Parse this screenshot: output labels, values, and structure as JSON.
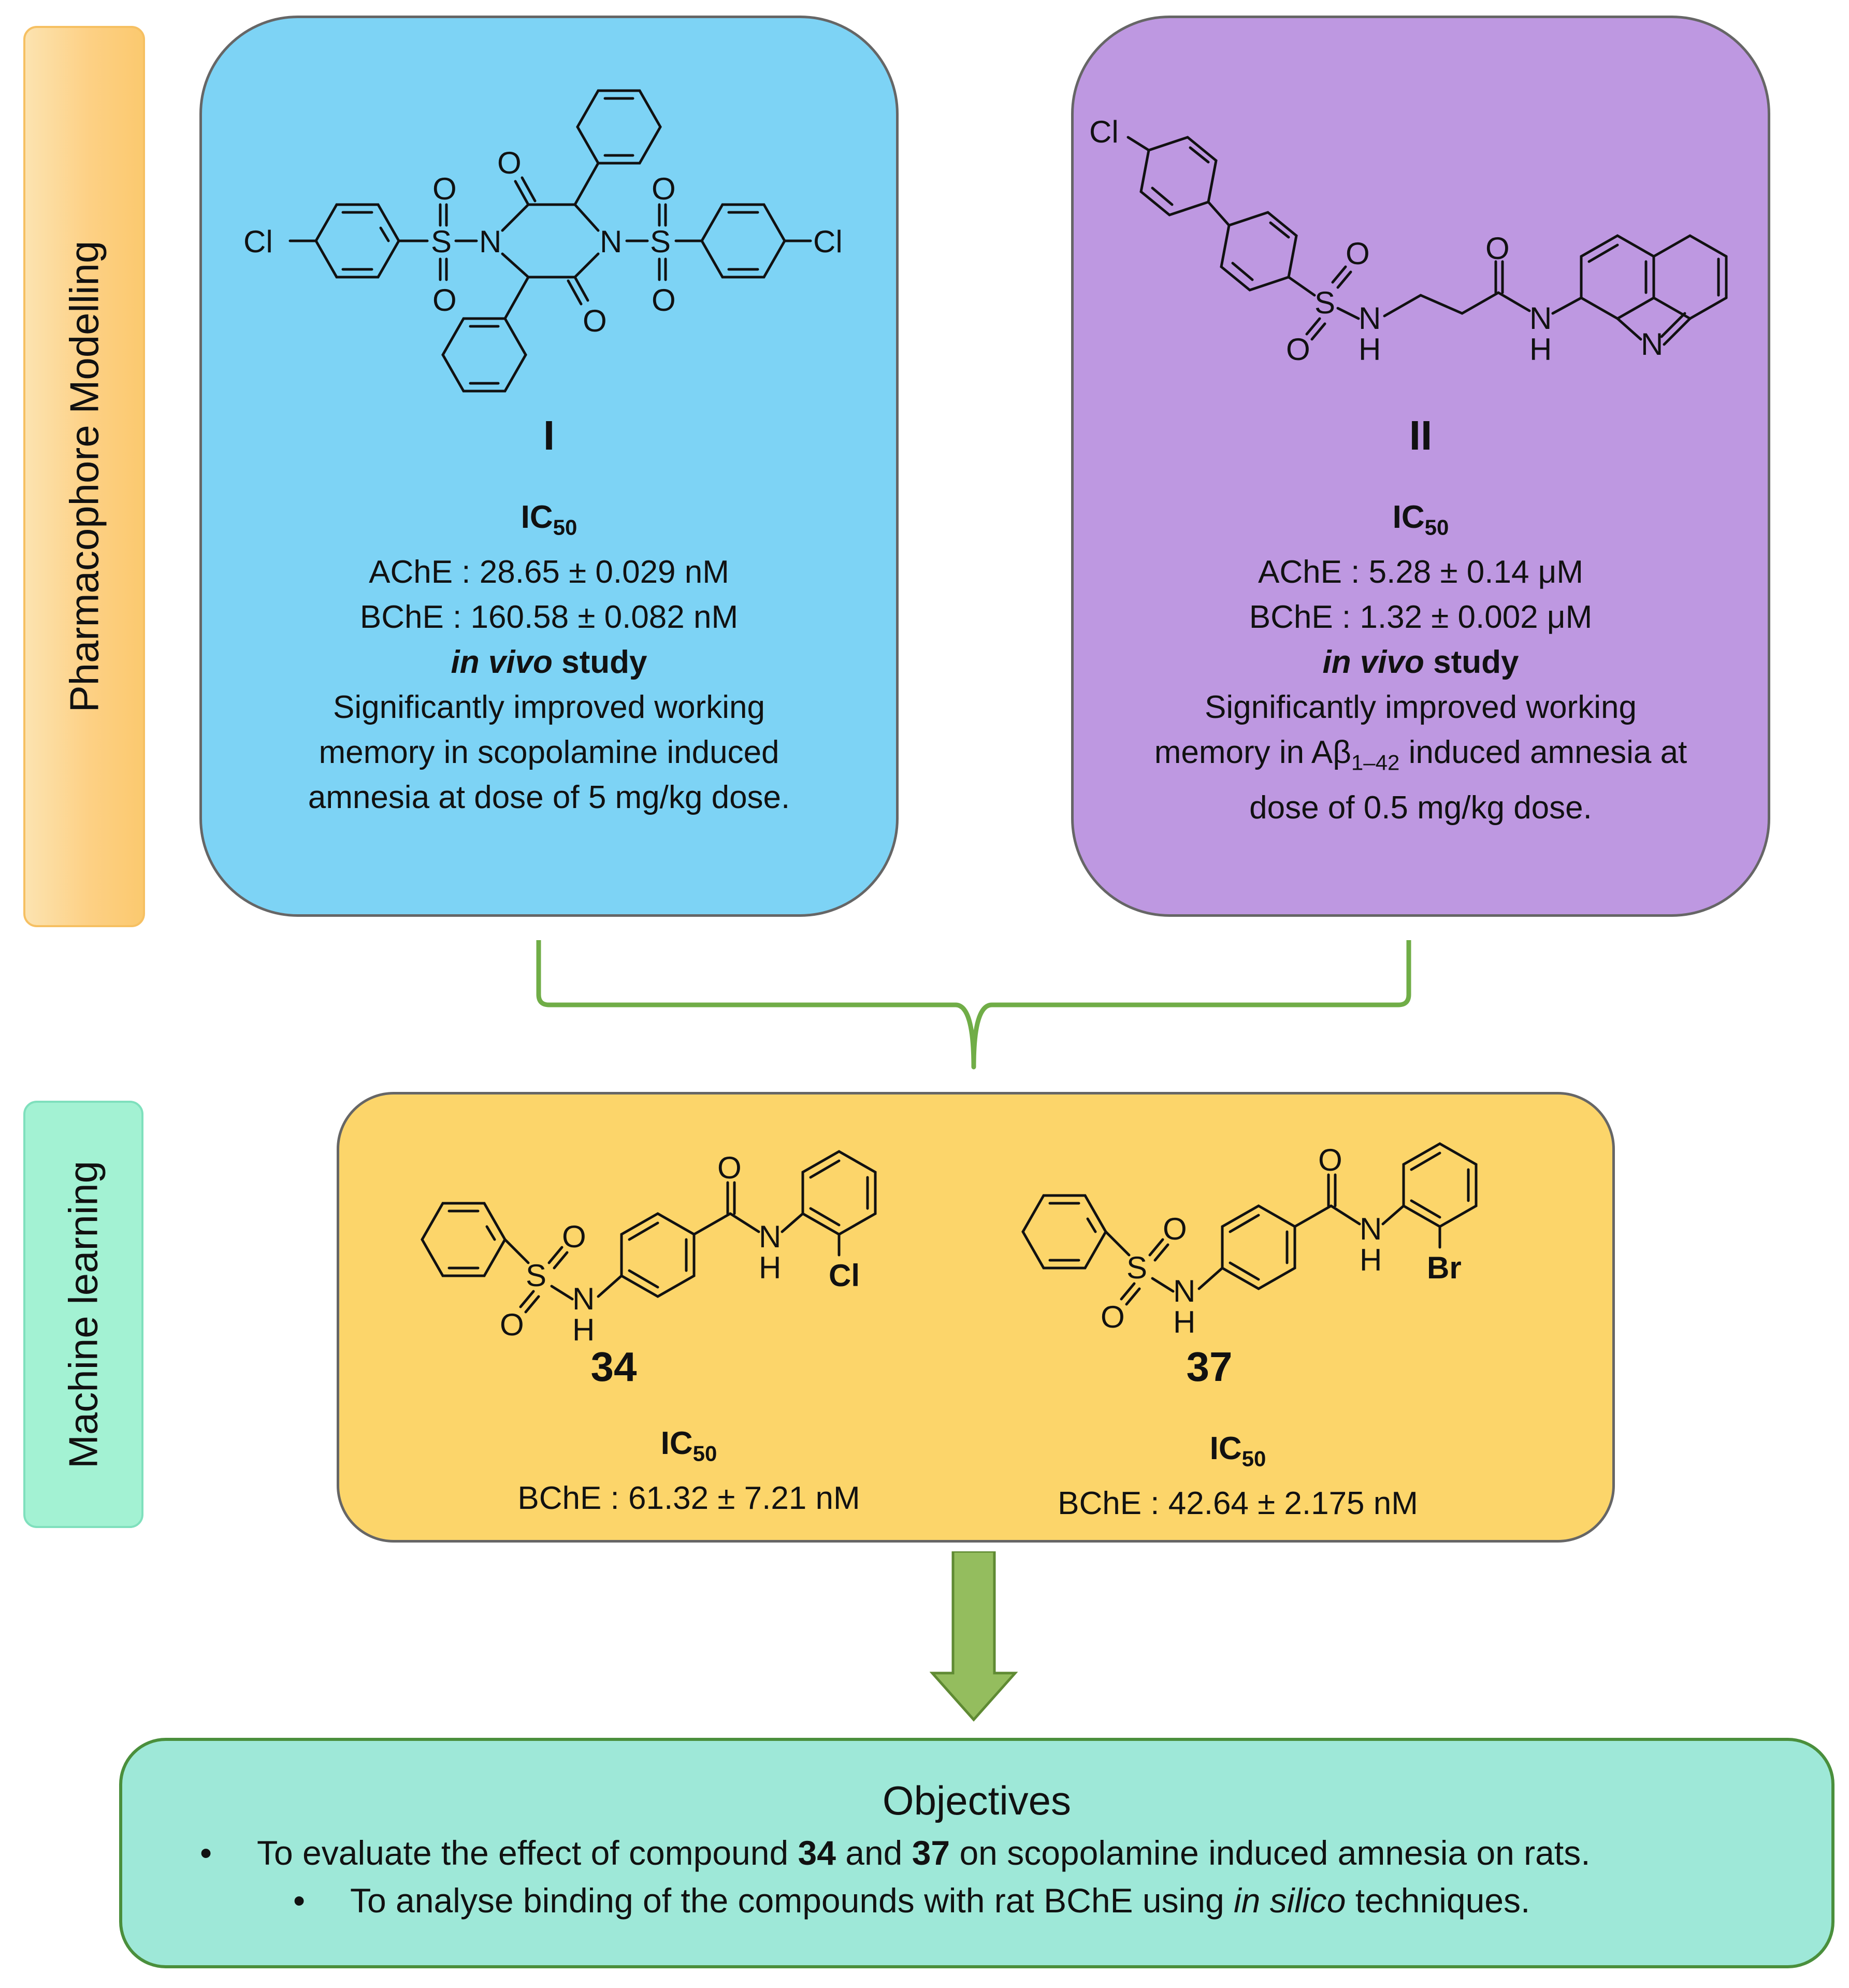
{
  "side_labels": {
    "pharmacophore": "Pharmacophore Modelling",
    "machine_learning": "Machine learning"
  },
  "compound_I": {
    "label": "I",
    "ic50": "IC",
    "ic50_sub": "50",
    "ache": "AChE : 28.65 ± 0.029 nM",
    "bche": "BChE : 160.58 ± 0.082 nM",
    "study_italic": "in vivo",
    "study_rest": " study",
    "finding_lines": [
      "Significantly improved working",
      "memory in scopolamine induced",
      "amnesia at dose of 5 mg/kg dose."
    ]
  },
  "compound_II": {
    "label": "II",
    "ic50": "IC",
    "ic50_sub": "50",
    "ache": "AChE : 5.28 ± 0.14 μM",
    "bche": "BChE : 1.32 ± 0.002 μM",
    "study_italic": "in vivo",
    "study_rest": " study",
    "finding_line1": "Significantly improved working",
    "finding_line2_pre": "memory in Aβ",
    "finding_line2_sub": "1–42",
    "finding_line2_post": " induced amnesia at",
    "finding_line3": "dose of 0.5 mg/kg dose."
  },
  "compound_34": {
    "label": "34",
    "ic50": "IC",
    "ic50_sub": "50",
    "bche": "BChE : 61.32 ± 7.21 nM"
  },
  "compound_37": {
    "label": "37",
    "ic50": "IC",
    "ic50_sub": "50",
    "bche": "BChE : 42.64 ± 2.175 nM"
  },
  "atoms": {
    "cl": "Cl",
    "br": "Br",
    "s": "S",
    "o": "O",
    "n": "N",
    "nh_n": "N",
    "nh_h": "H"
  },
  "objectives": {
    "title": "Objectives",
    "line1_pre": "To evaluate the effect of compound ",
    "line1_b1": "34",
    "line1_mid": " and ",
    "line1_b2": "37",
    "line1_post": " on scopolamine induced amnesia on rats.",
    "line2_pre": "To analyse binding of the compounds with rat BChE using ",
    "line2_italic": "in silico",
    "line2_post": " techniques.",
    "bullet": "•"
  },
  "colors": {
    "card_I": "#7dd3f5",
    "card_II": "#be98e1",
    "card_ml": "#fcd56a",
    "card_objectives": "#9ee8d8",
    "connector_green": "#70ad47",
    "arrow_fill": "#94bd5e"
  }
}
